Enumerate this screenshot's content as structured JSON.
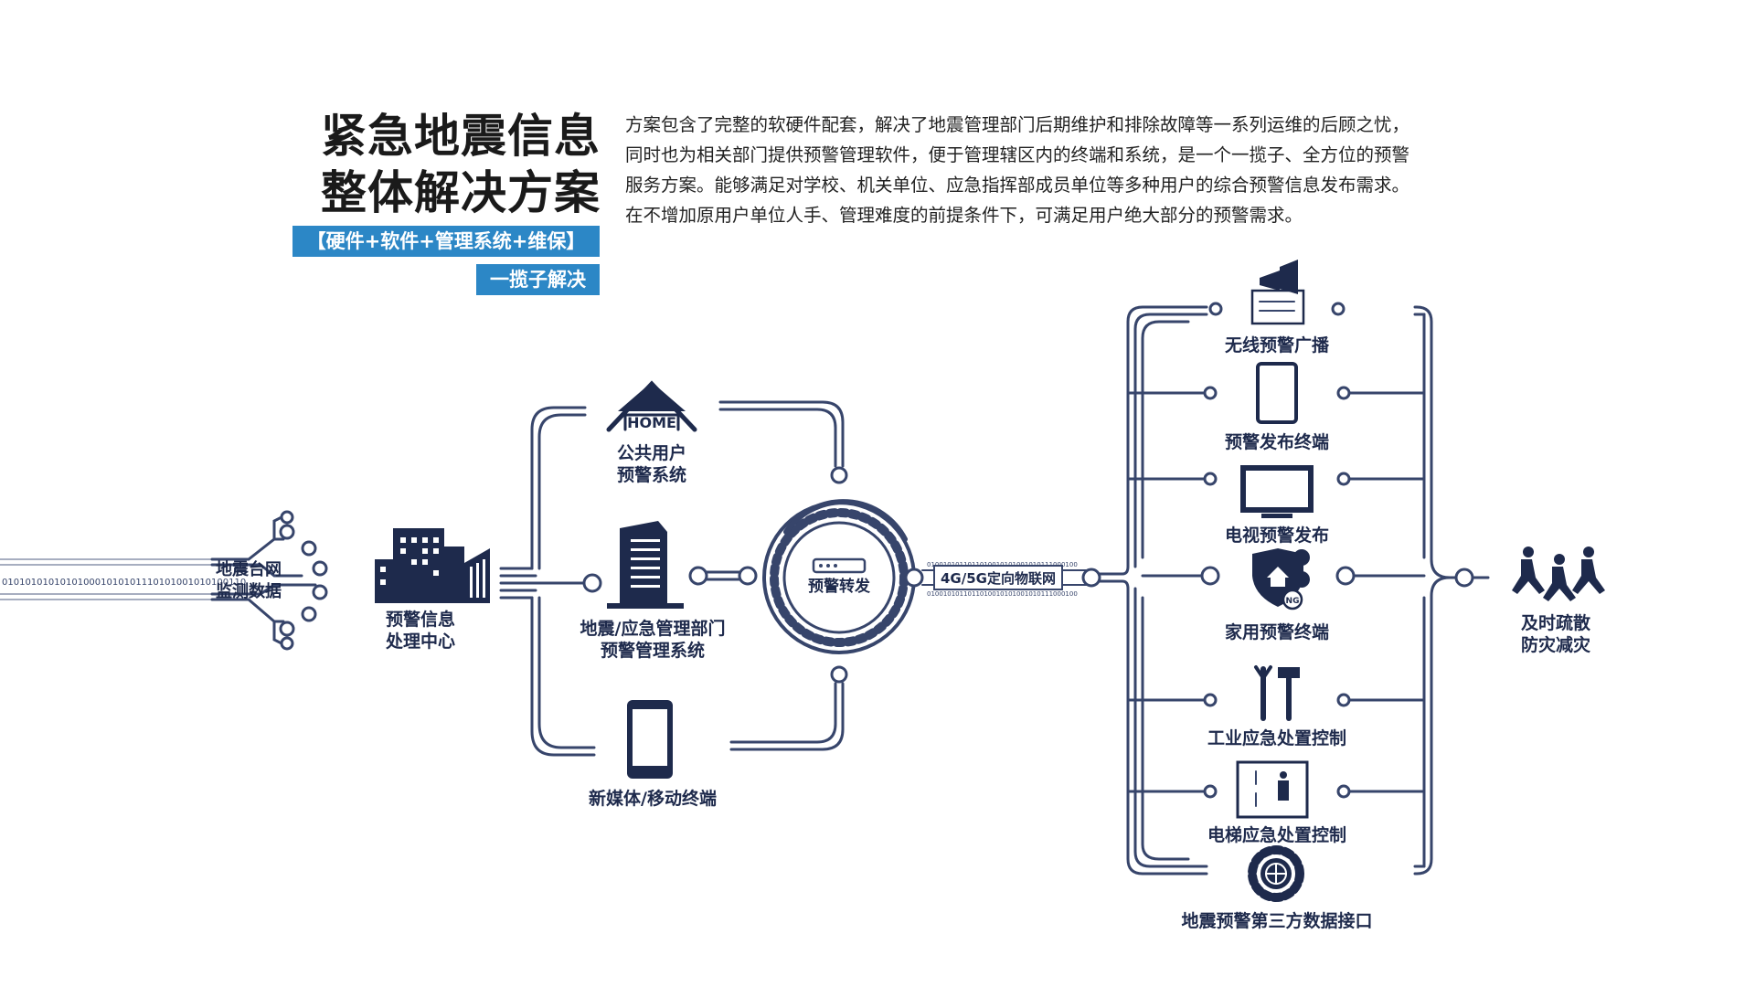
{
  "title": {
    "line1": "紧急地震信息",
    "line2": "整体解决方案",
    "tag_main": "【硬件+软件+管理系统+维保】",
    "tag_sub": "一揽子解决"
  },
  "description": [
    "方案包含了完整的软硬件配套，解决了地震管理部门后期维护和排除故障等一系列运维的后顾之忧，",
    "同时也为相关部门提供预警管理软件，便于管理辖区内的终端和系统，是一个一揽子、全方位的预警",
    "服务方案。能够满足对学校、机关单位、应急指挥部成员单位等多种用户的综合预警信息发布需求。",
    "在不增加原用户单位人手、管理难度的前提条件下，可满足用户绝大部分的预警需求。"
  ],
  "nodes": {
    "source": {
      "line1": "地震台网",
      "line2": "监测数据",
      "binary": "010101010101010001010101110101001010100110"
    },
    "center": {
      "line1": "预警信息",
      "line2": "处理中心"
    },
    "public": {
      "line1": "公共用户",
      "line2": "预警系统",
      "icon_text": "HOME"
    },
    "admin": {
      "line1": "地震/应急管理部门",
      "line2": "预警管理系统"
    },
    "mobile": {
      "label": "新媒体/移动终端"
    },
    "relay": {
      "label": "预警转发"
    },
    "network": {
      "label": "4G/5G定向物联网",
      "binary_top": "0100101011011010010101001010111000100",
      "binary_bottom": "0100101011011010010101001010111000100"
    },
    "evacuate": {
      "line1": "及时疏散",
      "line2": "防灾减灾"
    }
  },
  "terminals": [
    {
      "label": "无线预警广播",
      "icon": "broadcast-icon"
    },
    {
      "label": "预警发布终端",
      "icon": "terminal-icon"
    },
    {
      "label": "电视预警发布",
      "icon": "tv-icon"
    },
    {
      "label": "家用预警终端",
      "icon": "home-terminal-icon",
      "badge": "NG"
    },
    {
      "label": "工业应急处置控制",
      "icon": "tools-icon"
    },
    {
      "label": "电梯应急处置控制",
      "icon": "elevator-icon"
    },
    {
      "label": "地震预警第三方数据接口",
      "icon": "gear-globe-icon"
    }
  ],
  "colors": {
    "navy": "#1e2a4c",
    "accent": "#2c87c6",
    "line": "#37456b"
  }
}
